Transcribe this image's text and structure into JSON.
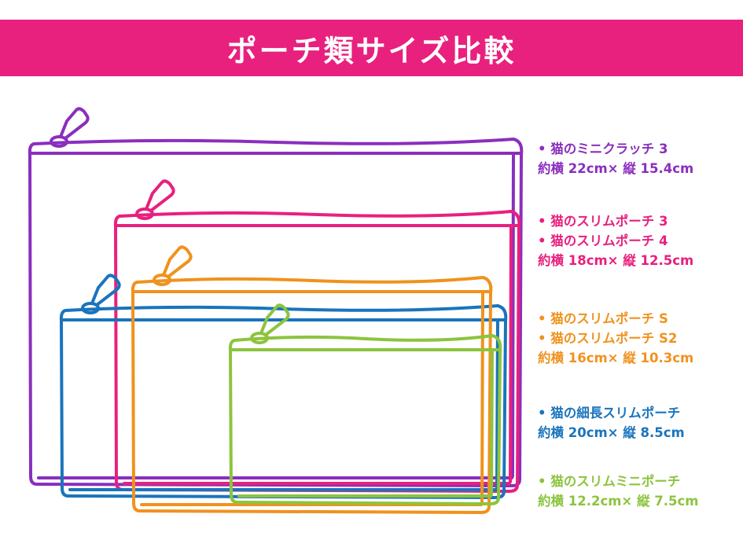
{
  "header": {
    "title": "ポーチ類サイズ比較",
    "background_color": "#e8207e"
  },
  "pouches": [
    {
      "key": "mini-clutch",
      "color": "#8a2fbd",
      "names": [
        "• 猫のミニクラッチ 3"
      ],
      "size": "約横 22cm× 縦 15.4cm",
      "width_cm": 22,
      "height_cm": 15.4
    },
    {
      "key": "slim-pouch",
      "color": "#e8207e",
      "names": [
        "• 猫のスリムポーチ 3",
        "• 猫のスリムポーチ 4"
      ],
      "size": "約横 18cm× 縦 12.5cm",
      "width_cm": 18,
      "height_cm": 12.5
    },
    {
      "key": "slim-pouch-s",
      "color": "#f0921e",
      "names": [
        "• 猫のスリムポーチ S",
        "• 猫のスリムポーチ S2"
      ],
      "size": "約横 16cm× 縦 10.3cm",
      "width_cm": 16,
      "height_cm": 10.3
    },
    {
      "key": "long-slim",
      "color": "#1a74bc",
      "names": [
        "• 猫の細長スリムポーチ"
      ],
      "size": "約横 20cm× 縦 8.5cm",
      "width_cm": 20,
      "height_cm": 8.5
    },
    {
      "key": "slim-mini",
      "color": "#8cc43e",
      "names": [
        "• 猫のスリムミニポーチ"
      ],
      "size": "約横 12.2cm× 縦 7.5cm",
      "width_cm": 12.2,
      "height_cm": 7.5
    }
  ]
}
